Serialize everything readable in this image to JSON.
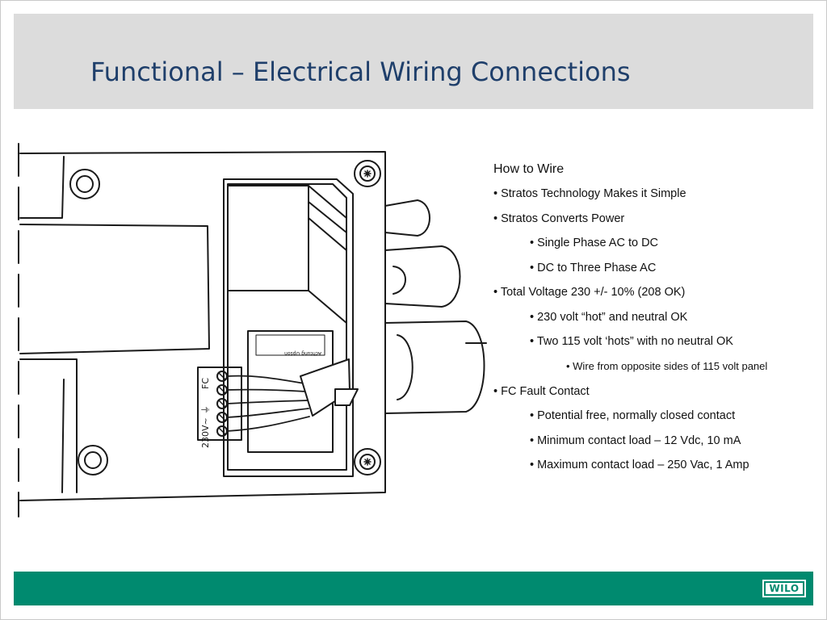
{
  "slide": {
    "title": "Functional – Electrical Wiring Connections"
  },
  "diagram": {
    "terminal_labels": {
      "fc": "FC",
      "ground": "⏚",
      "voltage": "230V~"
    }
  },
  "content": {
    "heading": "How to Wire",
    "bullets": [
      "• Stratos Technology Makes it Simple",
      "• Stratos Converts Power",
      "• Single Phase AC to DC",
      "• DC to Three Phase AC",
      "• Total Voltage 230 +/- 10% (208 OK)",
      "• 230 volt “hot” and neutral OK",
      "• Two 115 volt ‘hots” with no neutral OK",
      "• Wire from opposite sides of 115 volt panel",
      "• FC Fault Contact",
      "• Potential free, normally closed contact",
      "• Minimum contact load – 12 Vdc, 10 mA",
      "• Maximum contact load – 250 Vac, 1 Amp"
    ]
  },
  "footer": {
    "logo_text": "WILO"
  },
  "colors": {
    "title_band": "#dcdcdc",
    "title_text": "#1f3f6b",
    "footer_band": "#008a6f"
  }
}
